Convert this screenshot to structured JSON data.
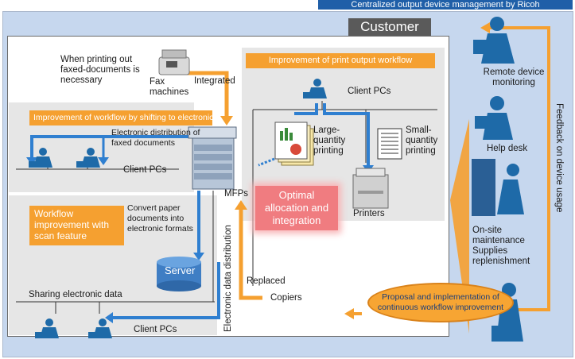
{
  "banner": {
    "title": "Centralized output device management by Ricoh"
  },
  "customer": {
    "label": "Customer"
  },
  "fax_section": {
    "when_printing": "When printing out faxed-documents is necessary",
    "fax_machines": "Fax machines",
    "integrated": "Integrated"
  },
  "electronic_fax": {
    "label": "Improvement of workflow by shifting to electronic faxing",
    "distribution": "Electronic distribution of faxed documents",
    "client_pcs": "Client PCs"
  },
  "scan": {
    "label": "Workflow improvement with scan feature",
    "convert": "Convert paper documents into electronic formats",
    "server": "Server",
    "sharing": "Sharing electronic data",
    "client_pcs": "Client PCs",
    "electronic_data_distribution": "Electronic data distribution"
  },
  "print_workflow": {
    "label": "Improvement of print output workflow",
    "client_pcs": "Client PCs",
    "large_qty": "Large-quantity printing",
    "small_qty": "Small-quantity printing",
    "printers": "Printers"
  },
  "mfp": {
    "optimal": "Optimal allocation and integration",
    "mfps": "MFPs",
    "replaced": "Replaced",
    "copiers": "Copiers"
  },
  "ricoh_side": {
    "remote": "Remote device monitoring",
    "help_desk": "Help desk",
    "onsite": "On-site maintenance Supplies replenishment",
    "feedback": "Feedback on device usage",
    "proposal": "Proposal and implementation of continuous workflow improvement"
  },
  "colors": {
    "blue": "#2f7fd0",
    "orange": "#f5a030",
    "navy": "#1f5fa8",
    "pc_blue": "#1e6aa8"
  }
}
